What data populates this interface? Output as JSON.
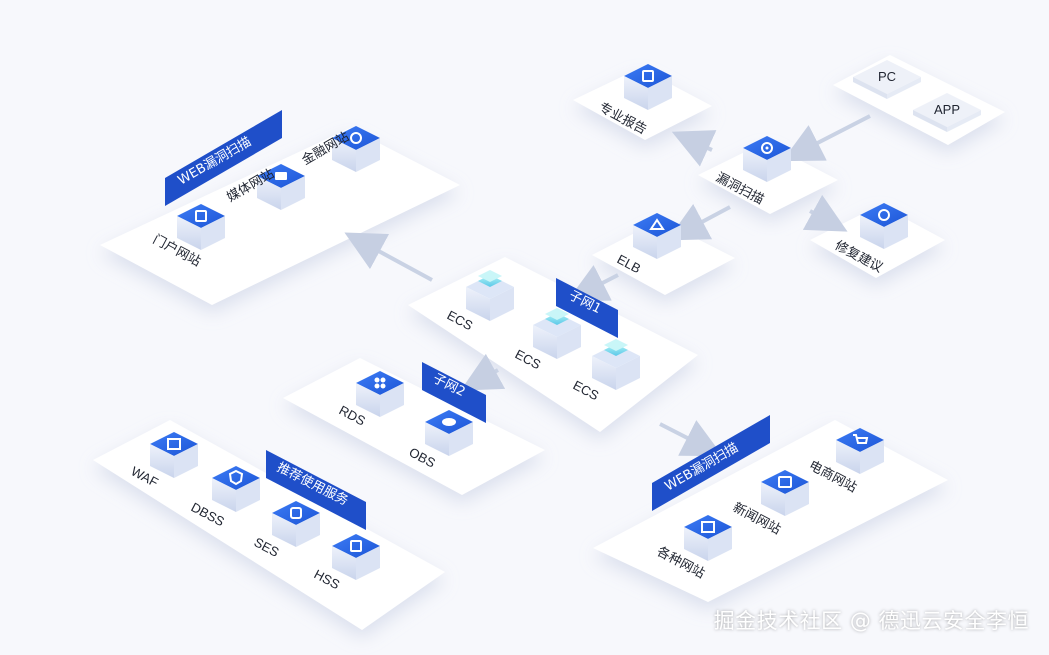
{
  "colors": {
    "accent": "#1d5ad8",
    "tag": "#1f4fc9",
    "panel": "#ffffff",
    "arrow": "#c9d2e4",
    "icon_top": "#2f6bf0"
  },
  "groups": {
    "web_scan_left": {
      "tag": "WEB漏洞扫描",
      "items": [
        "金融网站",
        "媒体网站",
        "门户网站"
      ]
    },
    "report": {
      "label": "专业报告"
    },
    "clients": {
      "pc": "PC",
      "app": "APP"
    },
    "vuln_scan": {
      "label": "漏洞扫描"
    },
    "elb": {
      "label": "ELB"
    },
    "repair": {
      "label": "修复建议"
    },
    "subnet1": {
      "tag": "子网1",
      "items": [
        "ECS",
        "ECS",
        "ECS"
      ]
    },
    "subnet2": {
      "tag": "子网2",
      "items": [
        "RDS",
        "OBS"
      ]
    },
    "recommended": {
      "tag": "推荐使用服务",
      "items": [
        "WAF",
        "DBSS",
        "SES",
        "HSS"
      ]
    },
    "web_scan_right": {
      "tag": "WEB漏洞扫描",
      "items": [
        "电商网站",
        "新闻网站",
        "各种网站"
      ]
    }
  },
  "icons": {
    "finance": "gear-icon",
    "media": "camera-icon",
    "portal": "document-icon",
    "report": "document-icon",
    "scan": "radar-icon",
    "elb": "network-icon",
    "repair": "gear-icon",
    "ecs": "server-stack-icon",
    "rds": "database-icon",
    "obs": "cloud-icon",
    "waf": "grid-icon",
    "dbss": "shield-icon",
    "ses": "box-icon",
    "hss": "document-icon",
    "shop": "cart-icon",
    "news": "news-icon",
    "sites": "grid-icon"
  },
  "watermark": "掘金技术社区 @ 德迅云安全李恒"
}
